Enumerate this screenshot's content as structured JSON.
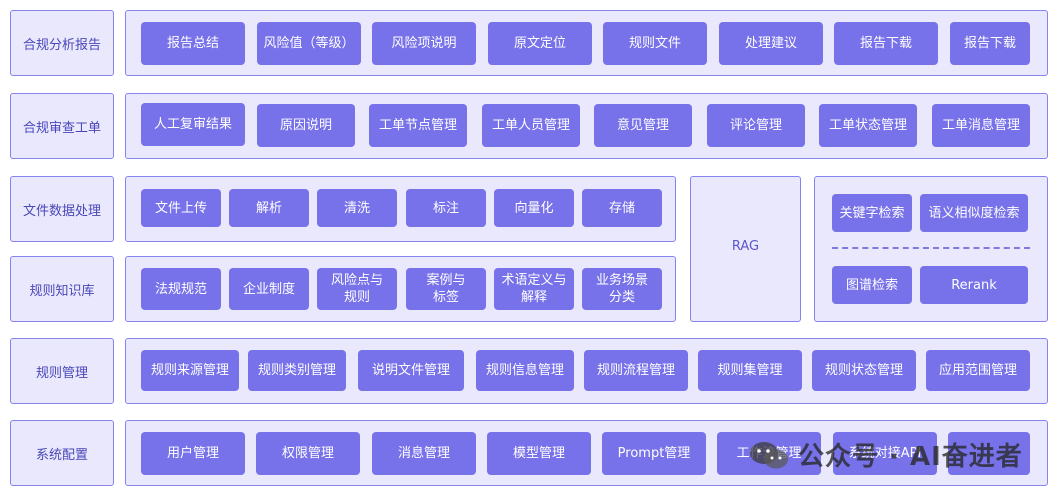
{
  "rows": {
    "report": {
      "label": "合规分析报告",
      "chips": [
        "报告总结",
        "风险值（等级）",
        "风险项说明",
        "原文定位",
        "规则文件",
        "处理建议",
        "报告下载",
        "报告下载"
      ]
    },
    "ticket": {
      "label": "合规审查工单",
      "chips": [
        "人工复审结果",
        "原因说明",
        "工单节点管理",
        "工单人员管理",
        "意见管理",
        "评论管理",
        "工单状态管理",
        "工单消息管理"
      ]
    },
    "fileproc": {
      "label": "文件数据处理",
      "chips": [
        "文件上传",
        "解析",
        "清洗",
        "标注",
        "向量化",
        "存储"
      ]
    },
    "kb": {
      "label": "规则知识库",
      "chips": [
        "法规规范",
        "企业制度",
        "风险点与\n规则",
        "案例与\n标签",
        "术语定义与\n解释",
        "业务场景\n分类"
      ]
    },
    "rules": {
      "label": "规则管理",
      "chips": [
        "规则来源管理",
        "规则类别管理",
        "说明文件管理",
        "规则信息管理",
        "规则流程管理",
        "规则集管理",
        "规则状态管理",
        "应用范围管理"
      ]
    },
    "sys": {
      "label": "系统配置",
      "chips": [
        "用户管理",
        "权限管理",
        "消息管理",
        "模型管理",
        "Prompt管理",
        "工作流管理",
        "系统对接API",
        ""
      ]
    }
  },
  "rag": {
    "label": "RAG",
    "chips": [
      "关键字检索",
      "语义相似度检索",
      "图谱检索",
      "Rerank"
    ]
  },
  "watermark": "公众号 · AI奋进者"
}
